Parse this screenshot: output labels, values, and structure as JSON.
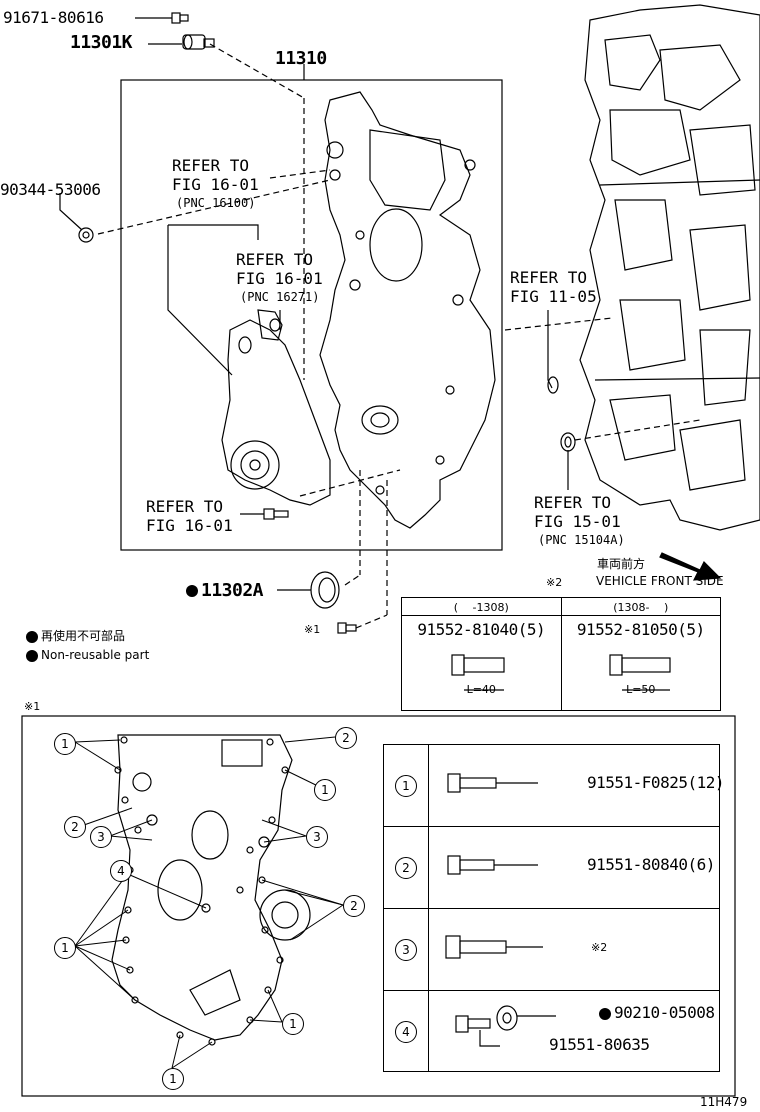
{
  "top": {
    "bolt_top": "91671-80616",
    "sensor": "11301K",
    "cover": "11310",
    "plug": "90344-53006",
    "refer1": {
      "line1": "REFER TO",
      "line2": "FIG 16-01",
      "line3": "(PNC 16100)"
    },
    "refer2": {
      "line1": "REFER TO",
      "line2": "FIG 16-01",
      "line3": "(PNC 16271)"
    },
    "refer3": {
      "line1": "REFER TO",
      "line2": "FIG 11-05"
    },
    "refer4": {
      "line1": "REFER TO",
      "line2": "FIG 16-01"
    },
    "refer5": {
      "line1": "REFER TO",
      "line2": "FIG 15-01",
      "line3": "(PNC 15104A)"
    },
    "seal": "11302A",
    "front_jp": "車両前方",
    "front_en": "VEHICLE FRONT SIDE",
    "note_ref1": "※1",
    "note_ref2": "※2"
  },
  "legend": {
    "jp": "再使用不可部品",
    "en": "Non-reusable part"
  },
  "spec_table": {
    "col1_range": "(　 -1308)",
    "col2_range": "(1308-　 )",
    "col1_part": "91552-81040(5)",
    "col2_part": "91552-81050(5)",
    "col1_len": "L=40",
    "col2_len": "L=50"
  },
  "detail": {
    "marker": "※1",
    "rows": [
      {
        "num": "1",
        "part": "91551-F0825(12)"
      },
      {
        "num": "2",
        "part": "91551-80840(6)"
      },
      {
        "num": "3",
        "part": "※2"
      },
      {
        "num": "4",
        "part_a": "90210-05008",
        "part_b": "91551-80635"
      }
    ]
  },
  "figure_id": "11H479"
}
